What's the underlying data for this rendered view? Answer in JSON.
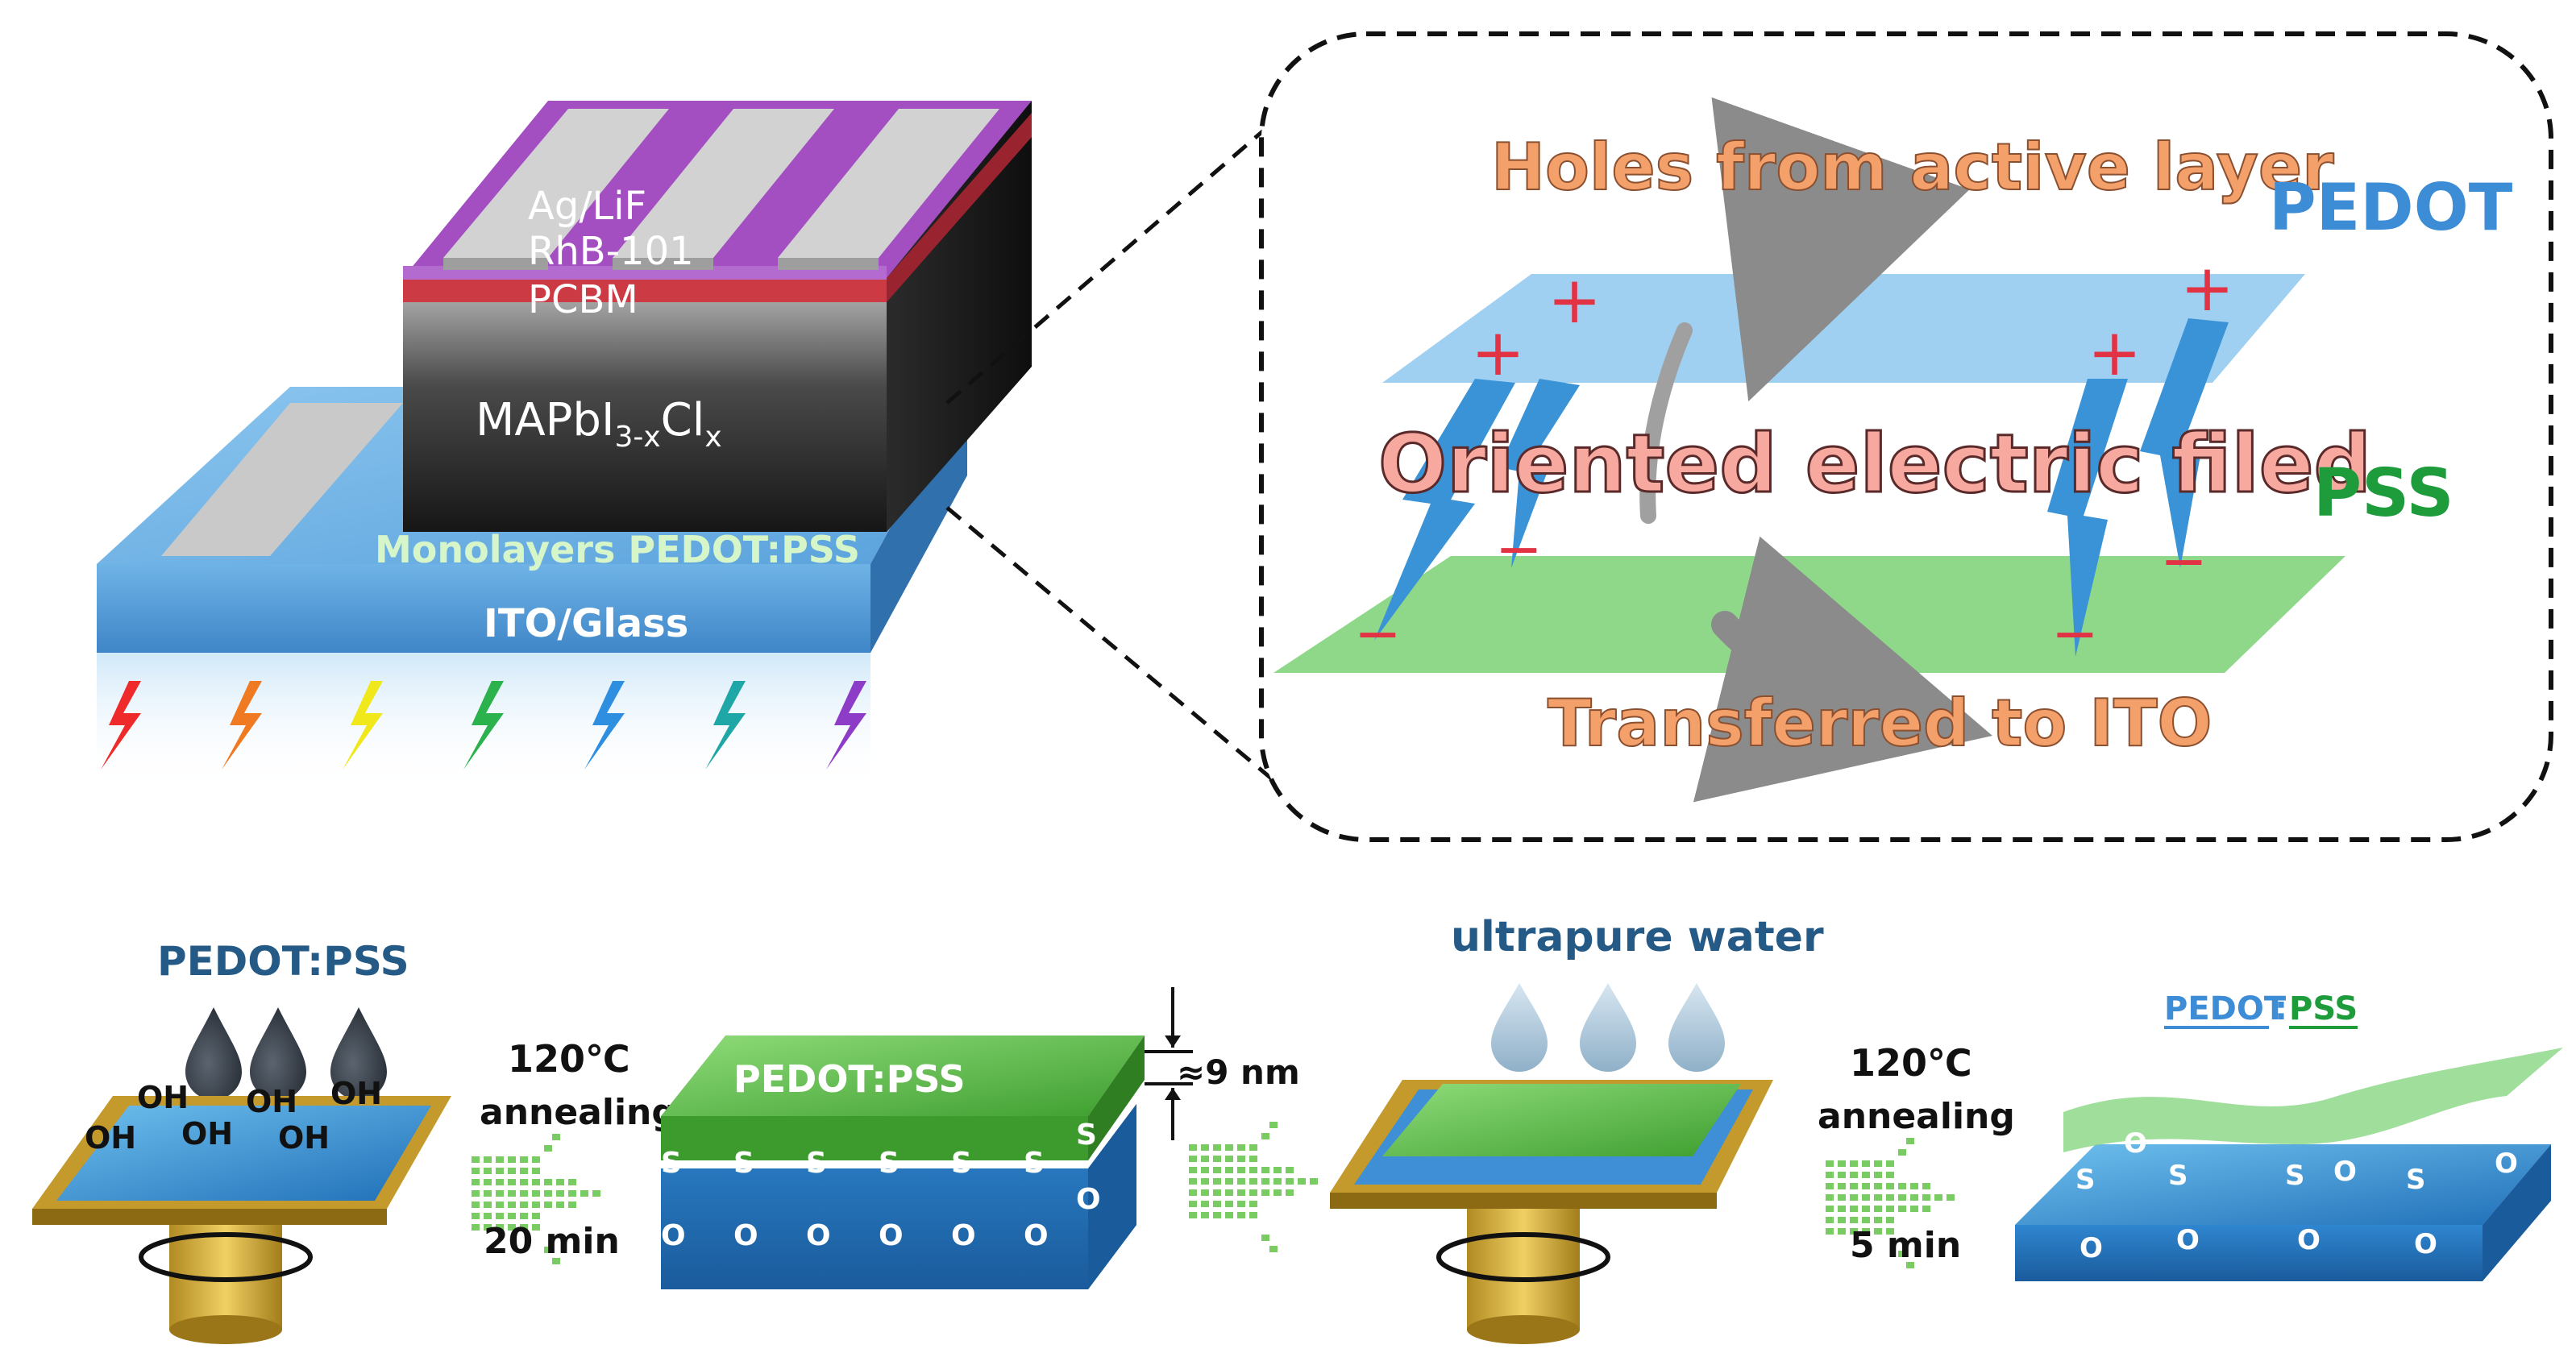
{
  "colors": {
    "glass_blue": "#79b8e8",
    "glass_dark": "#3a82c4",
    "perovskite_dark": "#1e1e1e",
    "pcbm_red": "#cc3a43",
    "rhb_purple": "#a34fc2",
    "electrode_gray": "#d2d2d2",
    "pedot_plate": "#9fd0f1",
    "pss_plate": "#8fd88a",
    "pedot_text": "#3d8cd6",
    "pss_text": "#1e9c3c",
    "label_orange": "#f4a06b",
    "plus_red": "#e23344",
    "gold_frame": "#c49a2c",
    "green_film": "#4aa934",
    "dark_blue_text": "#245a85"
  },
  "device": {
    "ag_lif": "Ag/LiF",
    "rhb": "RhB-101",
    "pcbm": "PCBM",
    "active_main": "MAPbI",
    "active_sub1": "3-x",
    "active_cl": "Cl",
    "active_sub2": "x",
    "monolayer": "Monolayers PEDOT:PSS",
    "ito": "ITO/Glass",
    "light_colors": [
      "#ee2a2a",
      "#f07a22",
      "#f0e81a",
      "#2bb24c",
      "#2e8fe0",
      "#1fa6a6",
      "#8d3cc8"
    ]
  },
  "zoom": {
    "holes": "Holes from active layer",
    "pedot": "PEDOT",
    "field": "Oriented electric filed",
    "pss": "PSS",
    "transferred": "Transferred to ITO",
    "plus": "+",
    "minus": "−"
  },
  "process": {
    "pedotpss": "PEDOT:PSS",
    "oh": "OH",
    "temp1": "120℃",
    "annealing1": "annealing",
    "time1": "20 min",
    "film_label": "PEDOT:PSS",
    "thickness": "≈9 nm",
    "s": "S",
    "o": "O",
    "water": "ultrapure water",
    "temp2": "120℃",
    "annealing2": "annealing",
    "time2": "5 min",
    "pedot_small": "PEDOT",
    "colon": ":",
    "pss_small": "PSS"
  }
}
